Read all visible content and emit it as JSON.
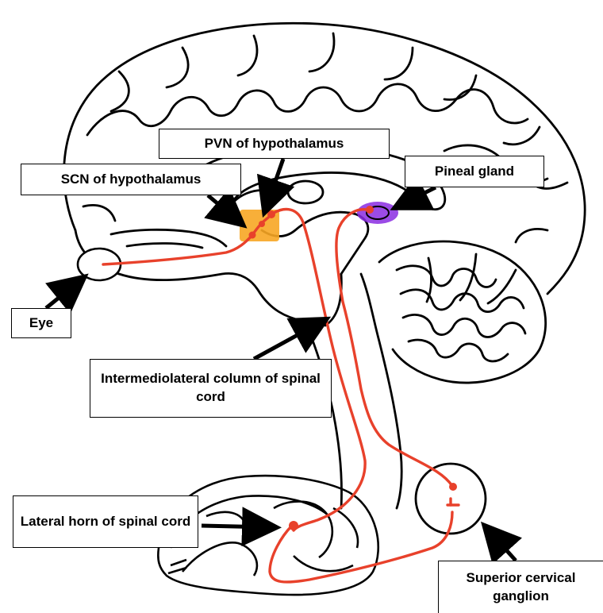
{
  "labels": {
    "pvn": "PVN of hypothalamus",
    "scn": "SCN of hypothalamus",
    "pineal": "Pineal gland",
    "eye": "Eye",
    "iml": "Intermediolateral column of spinal cord",
    "lateral_horn": "Lateral horn of spinal cord",
    "scg": "Superior cervical ganglion"
  },
  "colors": {
    "pathway": "#e8412b",
    "scn_highlight": "#f7a623",
    "pineal_highlight": "#8a2be2",
    "outline": "#000000"
  }
}
